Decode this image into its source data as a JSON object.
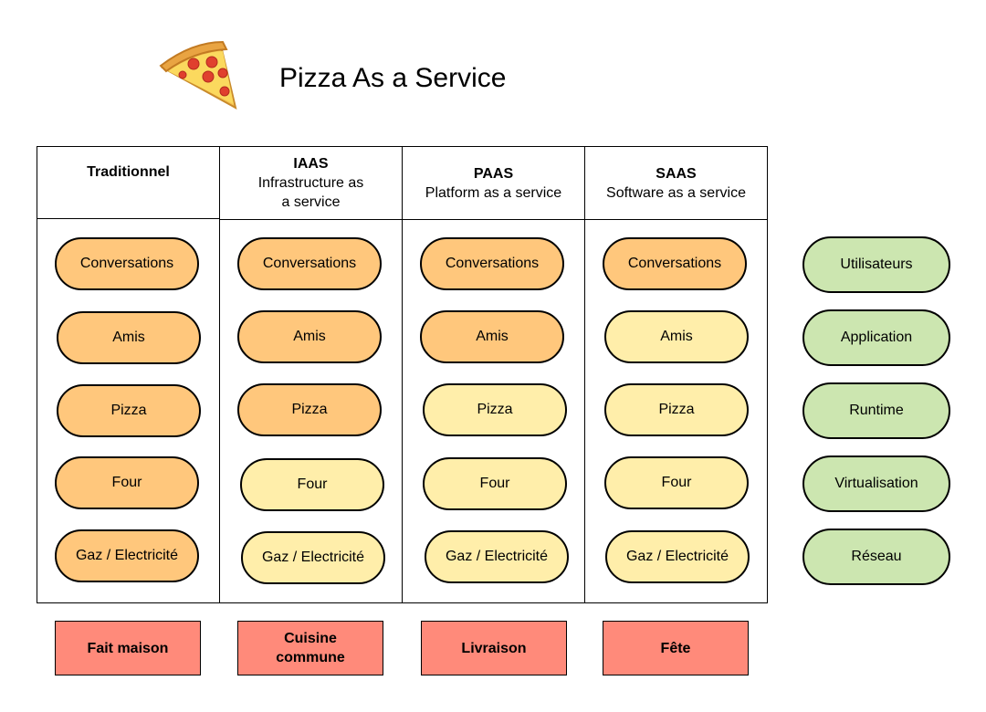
{
  "title": "Pizza As a Service",
  "icon": "pizza-slice-icon",
  "colors": {
    "managed": "#ffc77c",
    "provided": "#ffeeaa",
    "legend": "#cce6b0",
    "footer": "#ff8a7a"
  },
  "columns": [
    {
      "title": "Traditionnel",
      "subtitle": "",
      "footer": "Fait maison",
      "items": [
        {
          "label": "Conversations",
          "state": "managed"
        },
        {
          "label": "Amis",
          "state": "managed"
        },
        {
          "label": "Pizza",
          "state": "managed"
        },
        {
          "label": "Four",
          "state": "managed"
        },
        {
          "label": "Gaz / Electricité",
          "state": "managed"
        }
      ]
    },
    {
      "title": "IAAS",
      "subtitle": "Infrastructure as\na service",
      "footer": "Cuisine\ncommune",
      "items": [
        {
          "label": "Conversations",
          "state": "managed"
        },
        {
          "label": "Amis",
          "state": "managed"
        },
        {
          "label": "Pizza",
          "state": "managed"
        },
        {
          "label": "Four",
          "state": "provided"
        },
        {
          "label": "Gaz / Electricité",
          "state": "provided"
        }
      ]
    },
    {
      "title": "PAAS",
      "subtitle": "Platform as a service",
      "footer": "Livraison",
      "items": [
        {
          "label": "Conversations",
          "state": "managed"
        },
        {
          "label": "Amis",
          "state": "managed"
        },
        {
          "label": "Pizza",
          "state": "provided"
        },
        {
          "label": "Four",
          "state": "provided"
        },
        {
          "label": "Gaz / Electricité",
          "state": "provided"
        }
      ]
    },
    {
      "title": "SAAS",
      "subtitle": "Software as a service",
      "footer": "Fête",
      "items": [
        {
          "label": "Conversations",
          "state": "managed"
        },
        {
          "label": "Amis",
          "state": "provided"
        },
        {
          "label": "Pizza",
          "state": "provided"
        },
        {
          "label": "Four",
          "state": "provided"
        },
        {
          "label": "Gaz / Electricité",
          "state": "provided"
        }
      ]
    }
  ],
  "legend": [
    "Utilisateurs",
    "Application",
    "Runtime",
    "Virtualisation",
    "Réseau"
  ]
}
